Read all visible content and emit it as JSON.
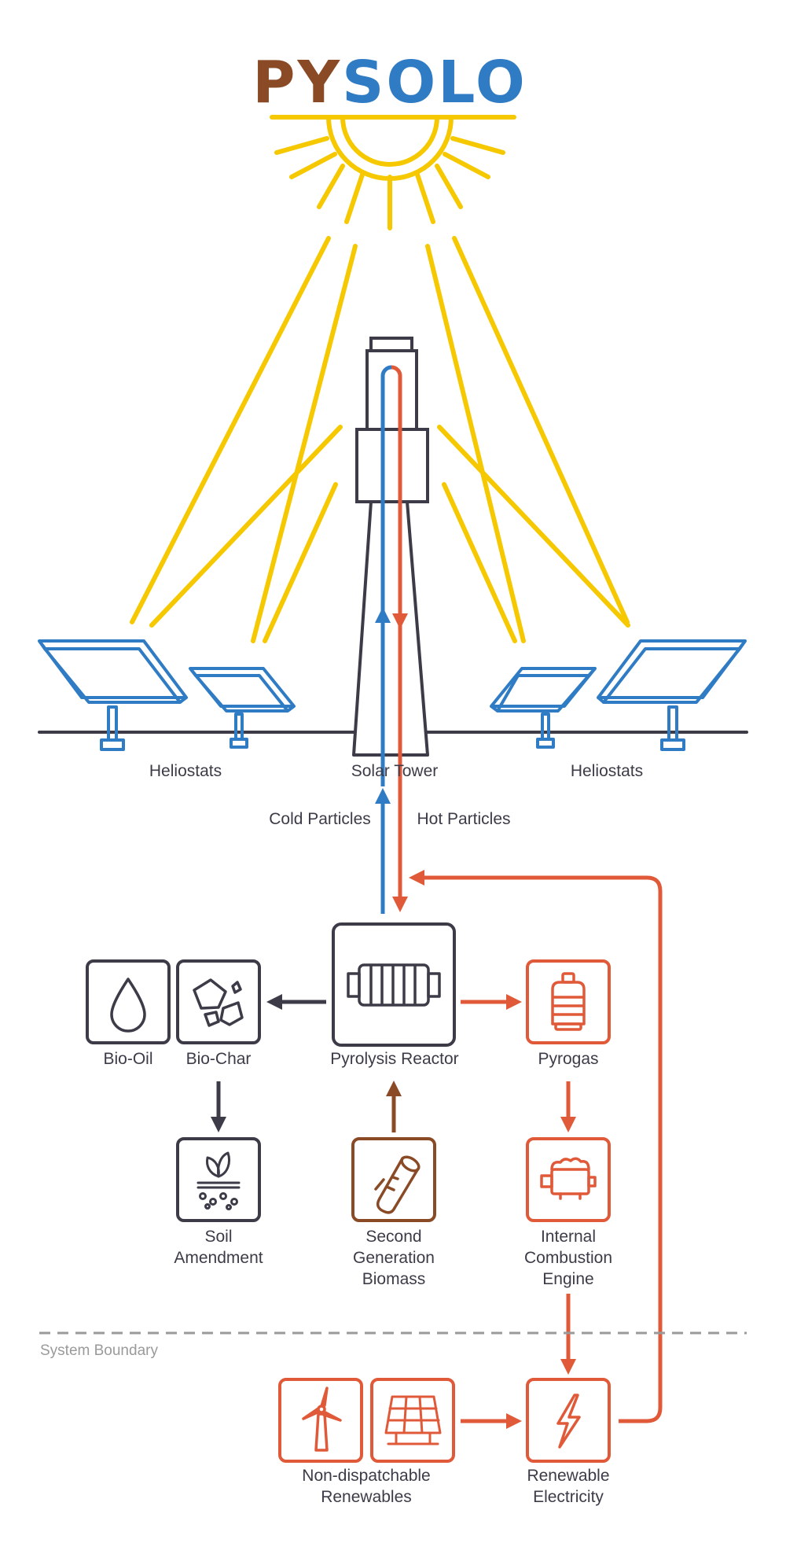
{
  "logo": {
    "part1": "PY",
    "part2": "SOLO"
  },
  "labels": {
    "heliostats_left": "Heliostats",
    "solar_tower": "Solar Tower",
    "heliostats_right": "Heliostats",
    "cold_particles": "Cold Particles",
    "hot_particles": "Hot Particles",
    "bio_oil": "Bio-Oil",
    "bio_char": "Bio-Char",
    "pyrolysis_reactor": "Pyrolysis Reactor",
    "pyrogas": "Pyrogas",
    "soil_amendment": [
      "Soil",
      "Amendment"
    ],
    "second_gen_biomass": [
      "Second",
      "Generation",
      "Biomass"
    ],
    "ice": [
      "Internal",
      "Combustion",
      "Engine"
    ],
    "system_boundary": "System Boundary",
    "non_dispatchable": [
      "Non-dispatchable",
      "Renewables"
    ],
    "renewable_electricity": [
      "Renewable",
      "Electricity"
    ]
  },
  "icons": {
    "bio_oil": "droplet-icon",
    "bio_char": "char-pieces-icon",
    "reactor": "reactor-icon",
    "pyrogas": "gas-cylinder-icon",
    "soil": "plant-soil-icon",
    "biomass": "log-icon",
    "engine": "engine-icon",
    "wind": "wind-turbine-icon",
    "solar": "solar-panel-icon",
    "electricity": "lightning-icon"
  },
  "colors": {
    "brand_brown": "#8a4a26",
    "brand_blue": "#2f7cc5",
    "sun_yellow": "#f6c800",
    "dark": "#3d3b47",
    "orange": "#e05a39",
    "boundary_gray": "#9a9a9a"
  }
}
